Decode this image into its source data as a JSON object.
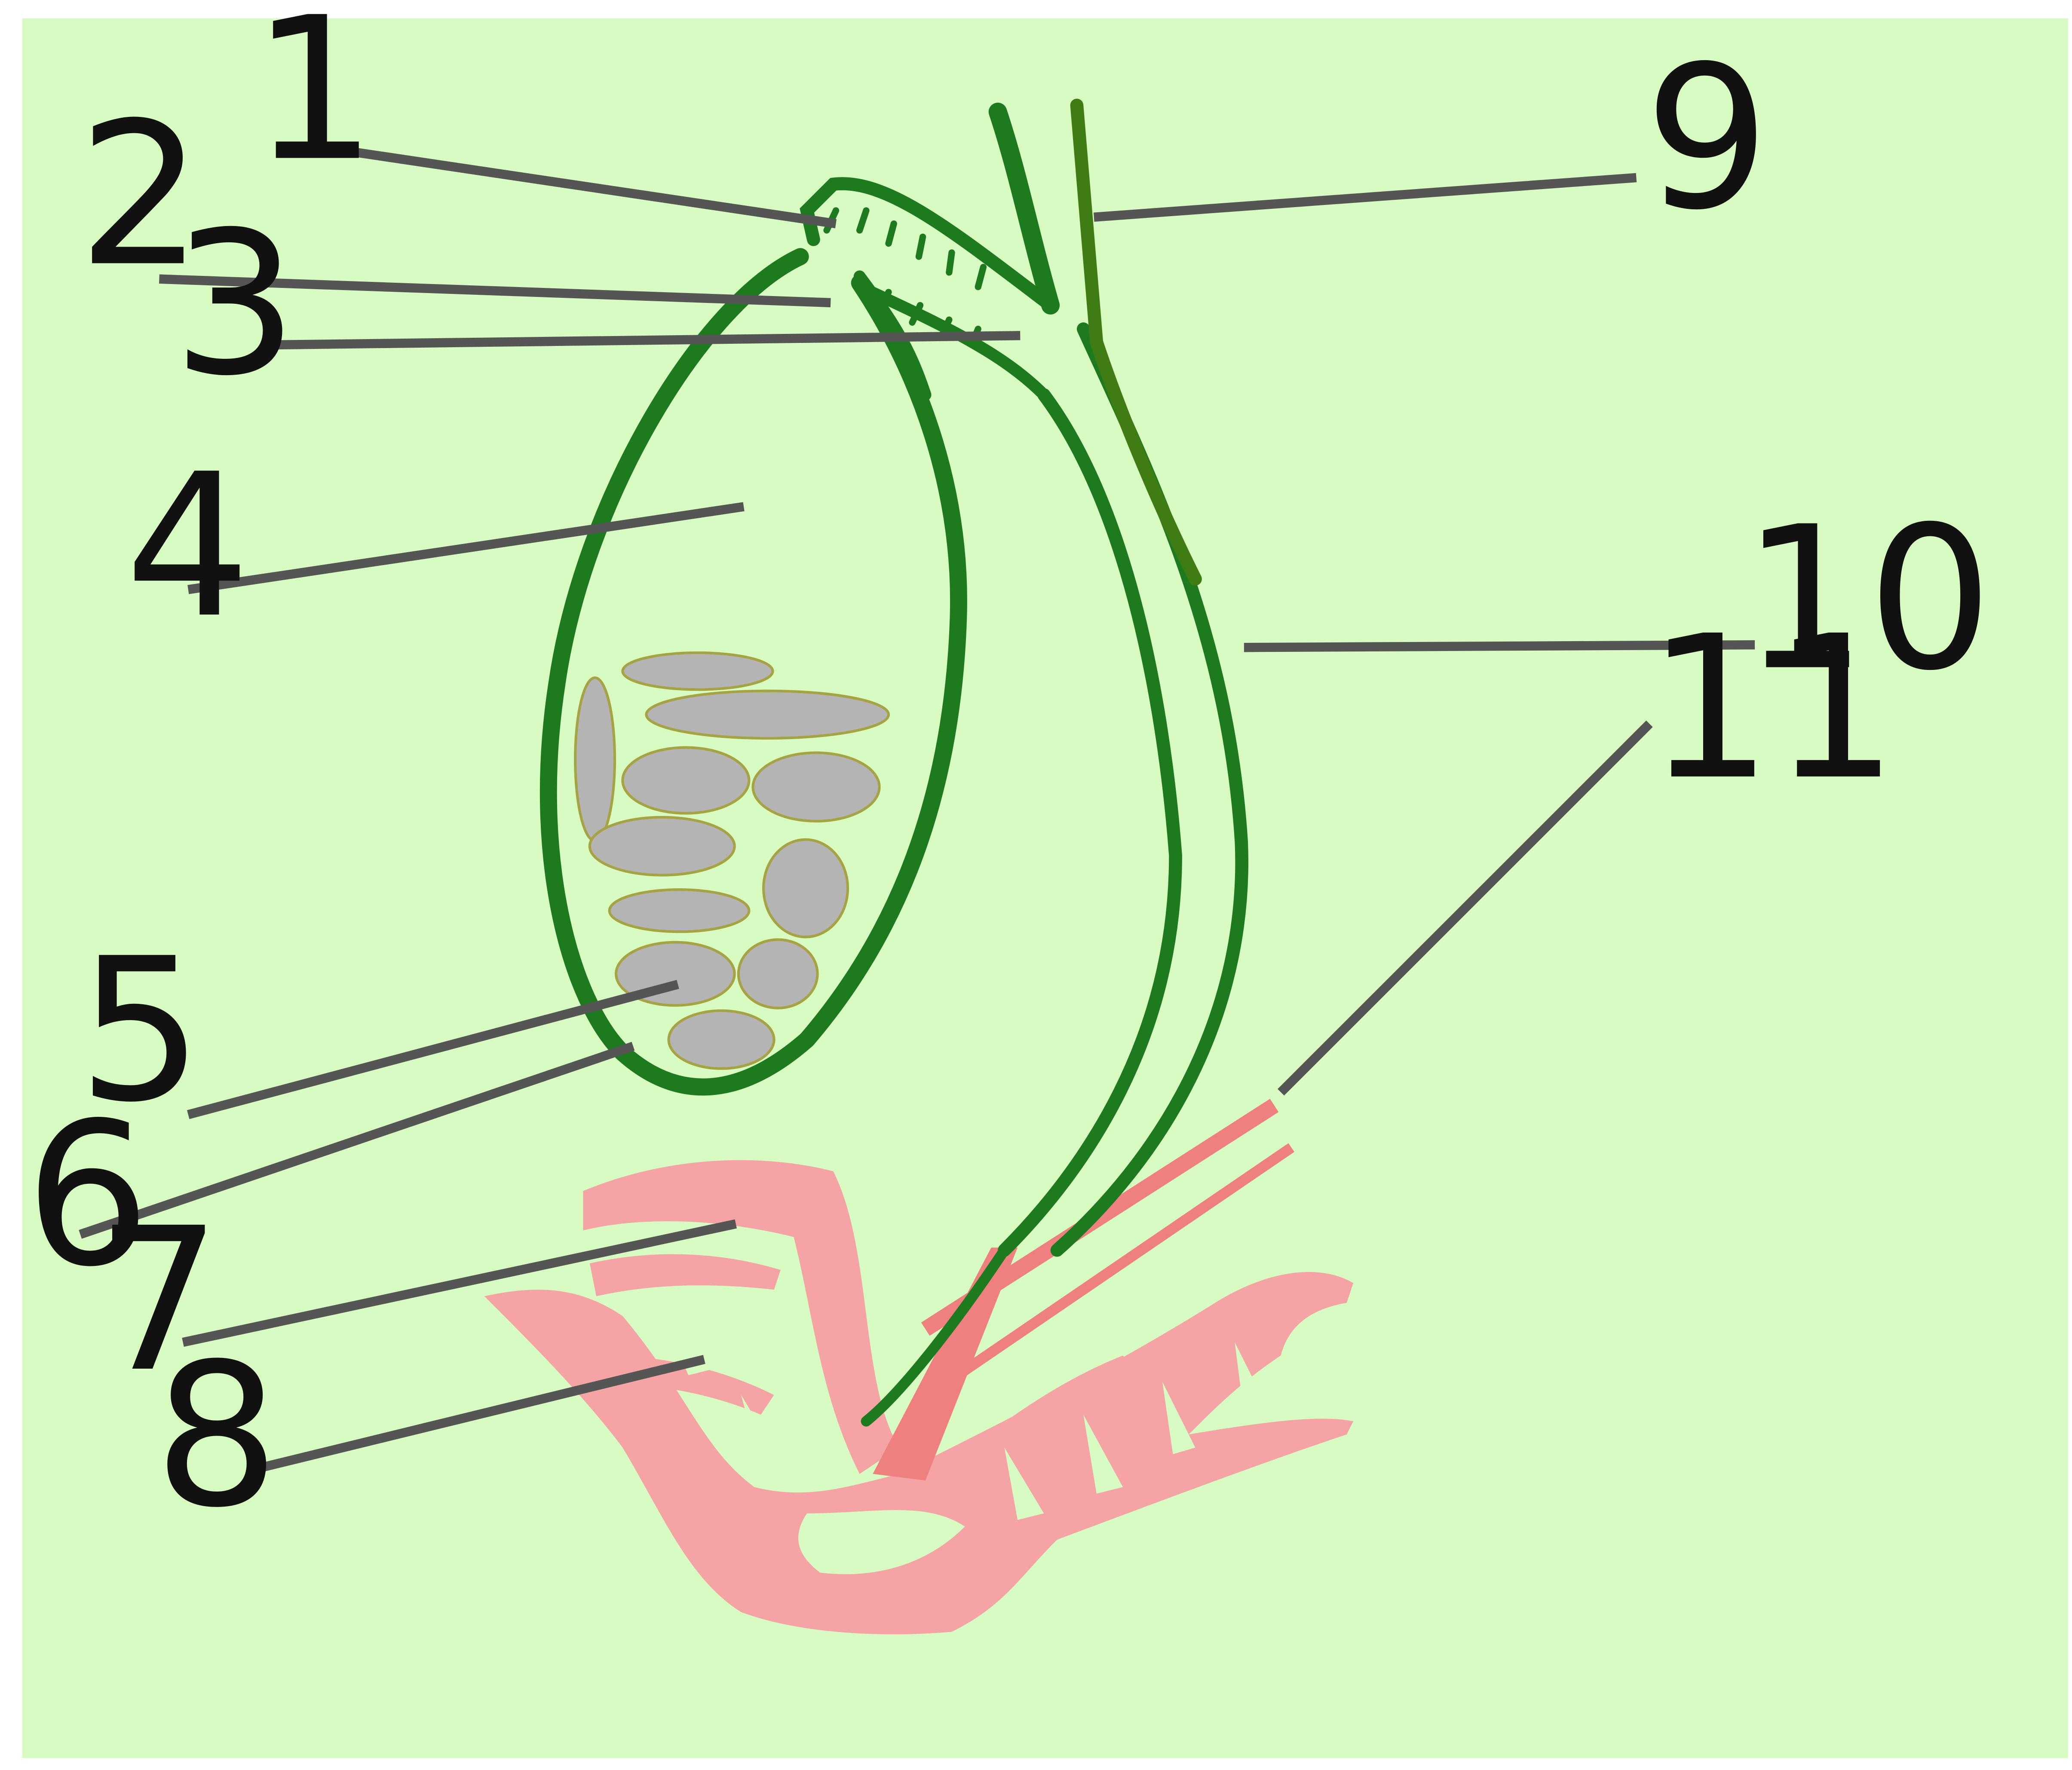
{
  "colors": {
    "background": "#d8fbc2",
    "gallbladder_wall": "#1e7a1e",
    "hepatic_duct": "#3f7d14",
    "duodenum": "#f4a4a4",
    "pancreatic_duct": "#ee8080",
    "stones": "#b4b4b4",
    "stone_outline": "#a5a344",
    "leader_line": "#555555"
  },
  "labels": {
    "l1": "1",
    "l2": "2",
    "l3": "3",
    "l4": "4",
    "l5": "5",
    "l6": "6",
    "l7": "7",
    "l8": "8",
    "l9": "9",
    "l10": "10",
    "l11": "11"
  }
}
